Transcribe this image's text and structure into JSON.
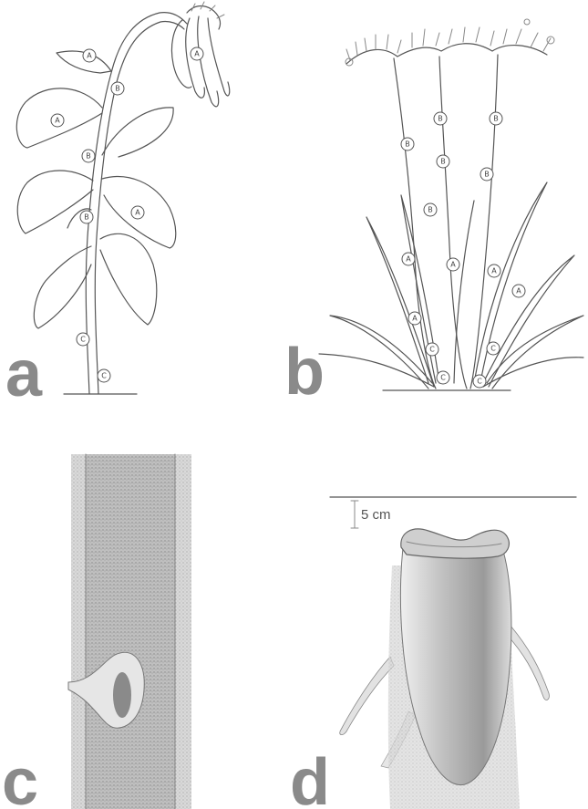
{
  "panels": {
    "a": {
      "letter": "a"
    },
    "b": {
      "letter": "b"
    },
    "c": {
      "letter": "c"
    },
    "d": {
      "letter": "d"
    }
  },
  "markers": {
    "leaf": "A",
    "stem": "B",
    "base": "C"
  },
  "scale": {
    "label": "5 cm"
  }
}
